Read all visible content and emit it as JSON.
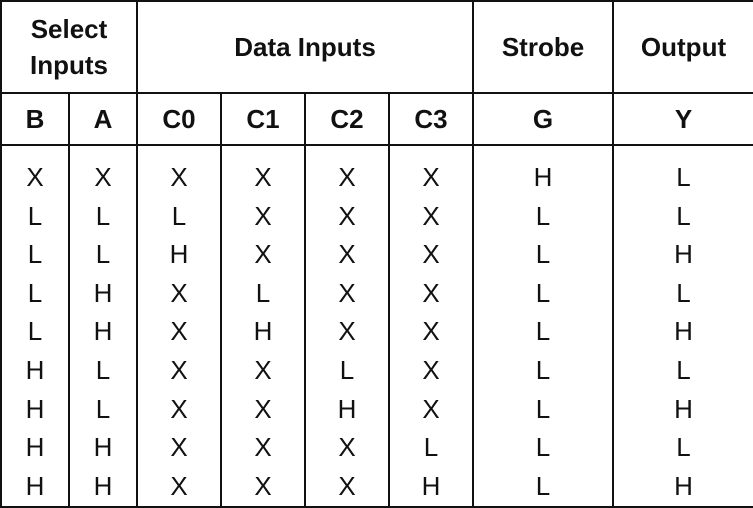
{
  "header": {
    "groups": {
      "select_inputs": [
        "Select",
        "Inputs"
      ],
      "data_inputs": "Data Inputs",
      "strobe": "Strobe",
      "output": "Output"
    },
    "columns": [
      "B",
      "A",
      "C0",
      "C1",
      "C2",
      "C3",
      "G",
      "Y"
    ]
  },
  "rows": [
    [
      "X",
      "X",
      "X",
      "X",
      "X",
      "X",
      "H",
      "L"
    ],
    [
      "L",
      "L",
      "L",
      "X",
      "X",
      "X",
      "L",
      "L"
    ],
    [
      "L",
      "L",
      "H",
      "X",
      "X",
      "X",
      "L",
      "H"
    ],
    [
      "L",
      "H",
      "X",
      "L",
      "X",
      "X",
      "L",
      "L"
    ],
    [
      "L",
      "H",
      "X",
      "H",
      "X",
      "X",
      "L",
      "H"
    ],
    [
      "H",
      "L",
      "X",
      "X",
      "L",
      "X",
      "L",
      "L"
    ],
    [
      "H",
      "L",
      "X",
      "X",
      "H",
      "X",
      "L",
      "H"
    ],
    [
      "H",
      "H",
      "X",
      "X",
      "X",
      "L",
      "L",
      "L"
    ],
    [
      "H",
      "H",
      "X",
      "X",
      "X",
      "H",
      "L",
      "H"
    ]
  ]
}
